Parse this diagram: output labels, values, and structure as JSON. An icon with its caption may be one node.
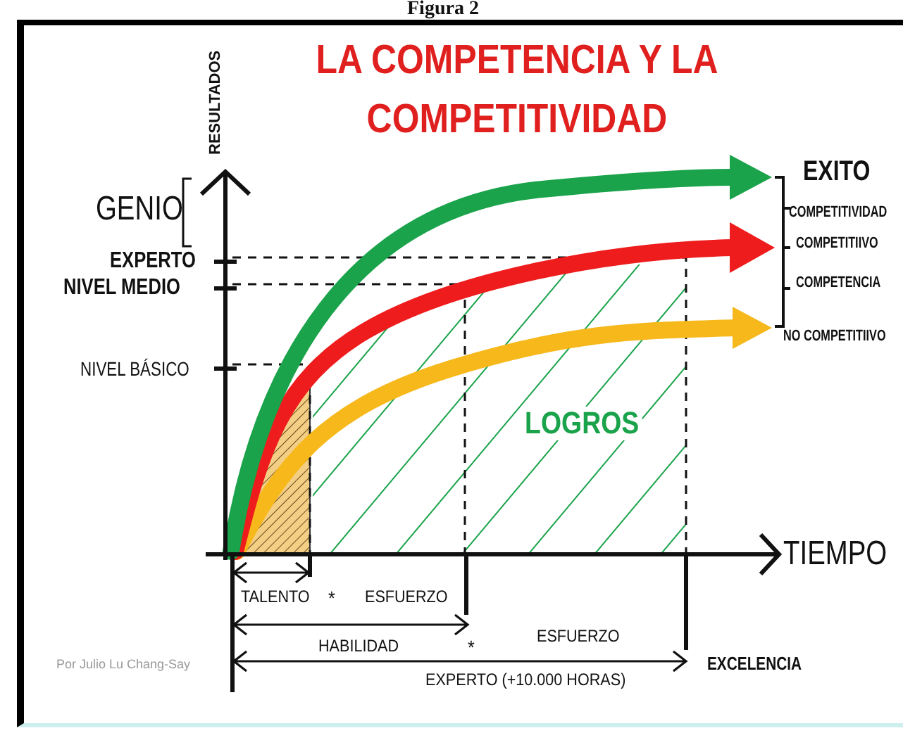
{
  "diagram": {
    "title": "LA COMPETENCIA Y LA COMPETITIVIDAD",
    "labels": [
      "Figura 2",
      "RESULTADOS",
      "EXITO",
      "GENIO",
      "COMPETITIVIDAD",
      "COMPETITIIVO",
      "EXPERTO",
      "NIVEL MEDIO",
      "COMPETENCIA",
      "NO COMPETITIIVO",
      "NIVEL BÁSICO",
      "LOGROS",
      "TIEMPO",
      "TALENTO",
      "*",
      "ESFUERZO",
      "HABILIDAD",
      "*",
      "ESFUERZO",
      "EXCELENCIA",
      "Por Julio Lu Chang-Say",
      "EXPERTO (+10.000 HORAS)"
    ]
  }
}
